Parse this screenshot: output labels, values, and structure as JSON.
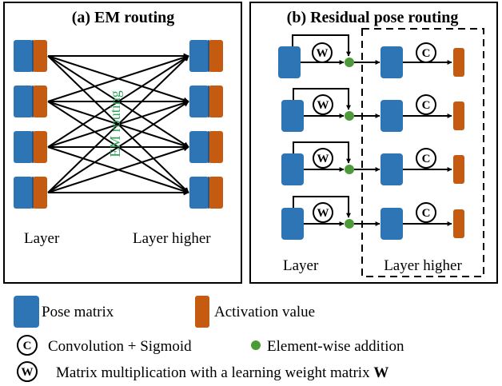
{
  "panels": {
    "a": {
      "title": "(a) EM routing",
      "layer_label": "Layer",
      "higher_label": "Layer higher",
      "overlay_text": "EM routing"
    },
    "b": {
      "title": "(b) Residual pose routing",
      "layer_label": "Layer",
      "higher_label": "Layer higher",
      "w_letter": "W",
      "c_letter": "C"
    }
  },
  "legend": {
    "pose": "Pose matrix",
    "activation": "Activation value",
    "conv_letter": "C",
    "conv": "Convolution + Sigmoid",
    "addition": "Element-wise addition",
    "w_letter": "W",
    "matmul_prefix": "Matrix multiplication with a learning weight matrix ",
    "matmul_bold": "W"
  },
  "colors": {
    "pose_blue": "#2e75b6",
    "activation_orange": "#c55a11",
    "addition_green": "#4e9a3a",
    "emrouting_text_green": "#2fa55a"
  }
}
